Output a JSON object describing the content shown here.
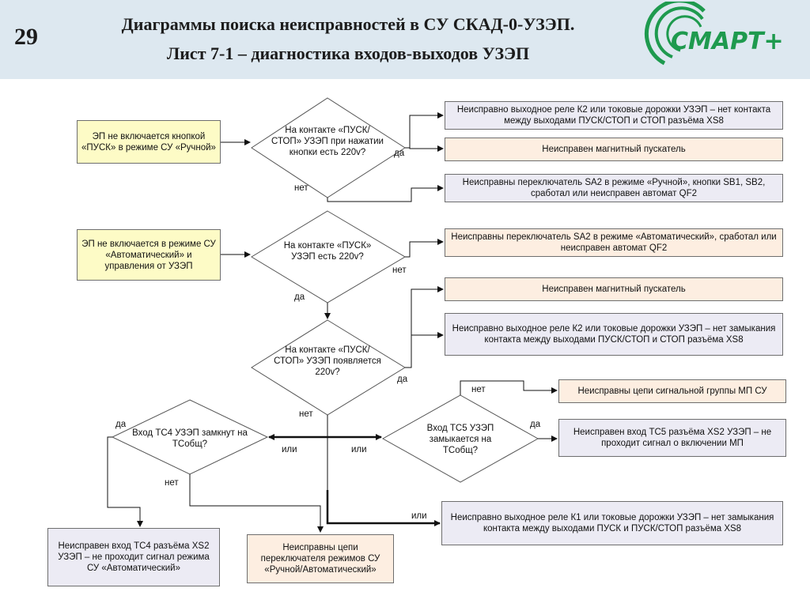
{
  "header": {
    "slide_number": "29",
    "title_line1": "Диаграммы поиска неисправностей в СУ СКАД-0-УЗЭП.",
    "title_line2": "Лист 7-1 – диагностика входов-выходов УЗЭП",
    "logo_text": "СМАРТ+"
  },
  "colors": {
    "header_bg": "#dde8f0",
    "logo_green": "#1e9a4e",
    "yellow_box": "#fdfbc6",
    "peach_box": "#fdeee1",
    "lavender_box": "#ecebf4"
  },
  "nodes": {
    "start1": "ЭП не включается кнопкой «ПУСК» в режиме СУ «Ручной»",
    "d1": "На контакте «ПУСК/ СТОП» УЗЭП при нажатии кнопки есть 220v?",
    "r1": "Неисправно выходное реле К2 или токовые дорожки УЗЭП – нет контакта между выходами ПУСК/СТОП и СТОП разъёма XS8",
    "r2": "Неисправен магнитный пускатель",
    "r3": "Неисправны переключатель SA2 в режиме «Ручной», кнопки SB1, SB2, сработал или неисправен автомат QF2",
    "start2": "ЭП не включается в режиме СУ «Автоматический» и управления от УЗЭП",
    "d2": "На контакте «ПУСК» УЗЭП есть 220v?",
    "r4": "Неисправны переключатель SA2 в режиме «Автоматический», сработал или неисправен автомат QF2",
    "r5": "Неисправен магнитный пускатель",
    "r6": "Неисправно выходное реле К2 или токовые дорожки УЗЭП – нет замыкания контакта между выходами ПУСК/СТОП и СТОП разъёма XS8",
    "d3": "На контакте «ПУСК/ СТОП» УЗЭП появляется 220v?",
    "r7": "Неисправны цепи сигнальной группы МП СУ",
    "d4": "Вход ТС4 УЗЭП замкнут на ТСобщ?",
    "d5": "Вход ТС5 УЗЭП замыкается на ТСобщ?",
    "r8": "Неисправен вход ТС5 разъёма XS2 УЗЭП – не проходит сигнал о включении МП",
    "r9": "Неисправно выходное реле К1 или токовые дорожки УЗЭП – нет замыкания контакта между выходами ПУСК и ПУСК/СТОП разъёма XS8",
    "r10": "Неисправен вход ТС4 разъёма XS2 УЗЭП – не проходит сигнал режима СУ «Автоматический»",
    "r11": "Неисправны цепи переключателя режимов СУ «Ручной/Автоматический»"
  },
  "labels": {
    "yes": "да",
    "no": "нет",
    "or": "или"
  }
}
